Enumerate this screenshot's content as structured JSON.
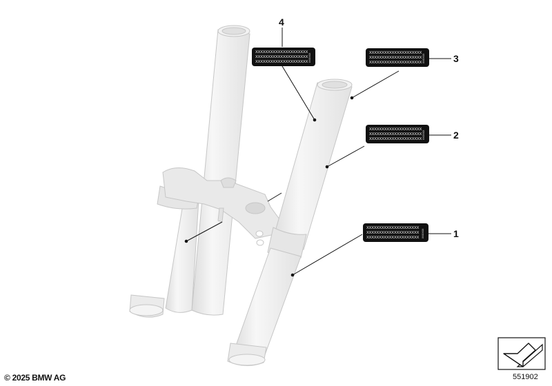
{
  "callouts": [
    "1",
    "2",
    "3",
    "4"
  ],
  "label_text_line": "XXXXXXXXXXXXXXXXXXXXX",
  "label_side_text": "XXXXXX",
  "footer": {
    "copyright": "© 2025 BMW AG",
    "diagram_id": "551902"
  },
  "colors": {
    "part_fill": "#ececec",
    "part_stroke": "#c8c8c8",
    "label_fill": "#111111",
    "leader_line": "#111111"
  },
  "icons": {
    "navigation": "arrow-down-left-icon"
  }
}
